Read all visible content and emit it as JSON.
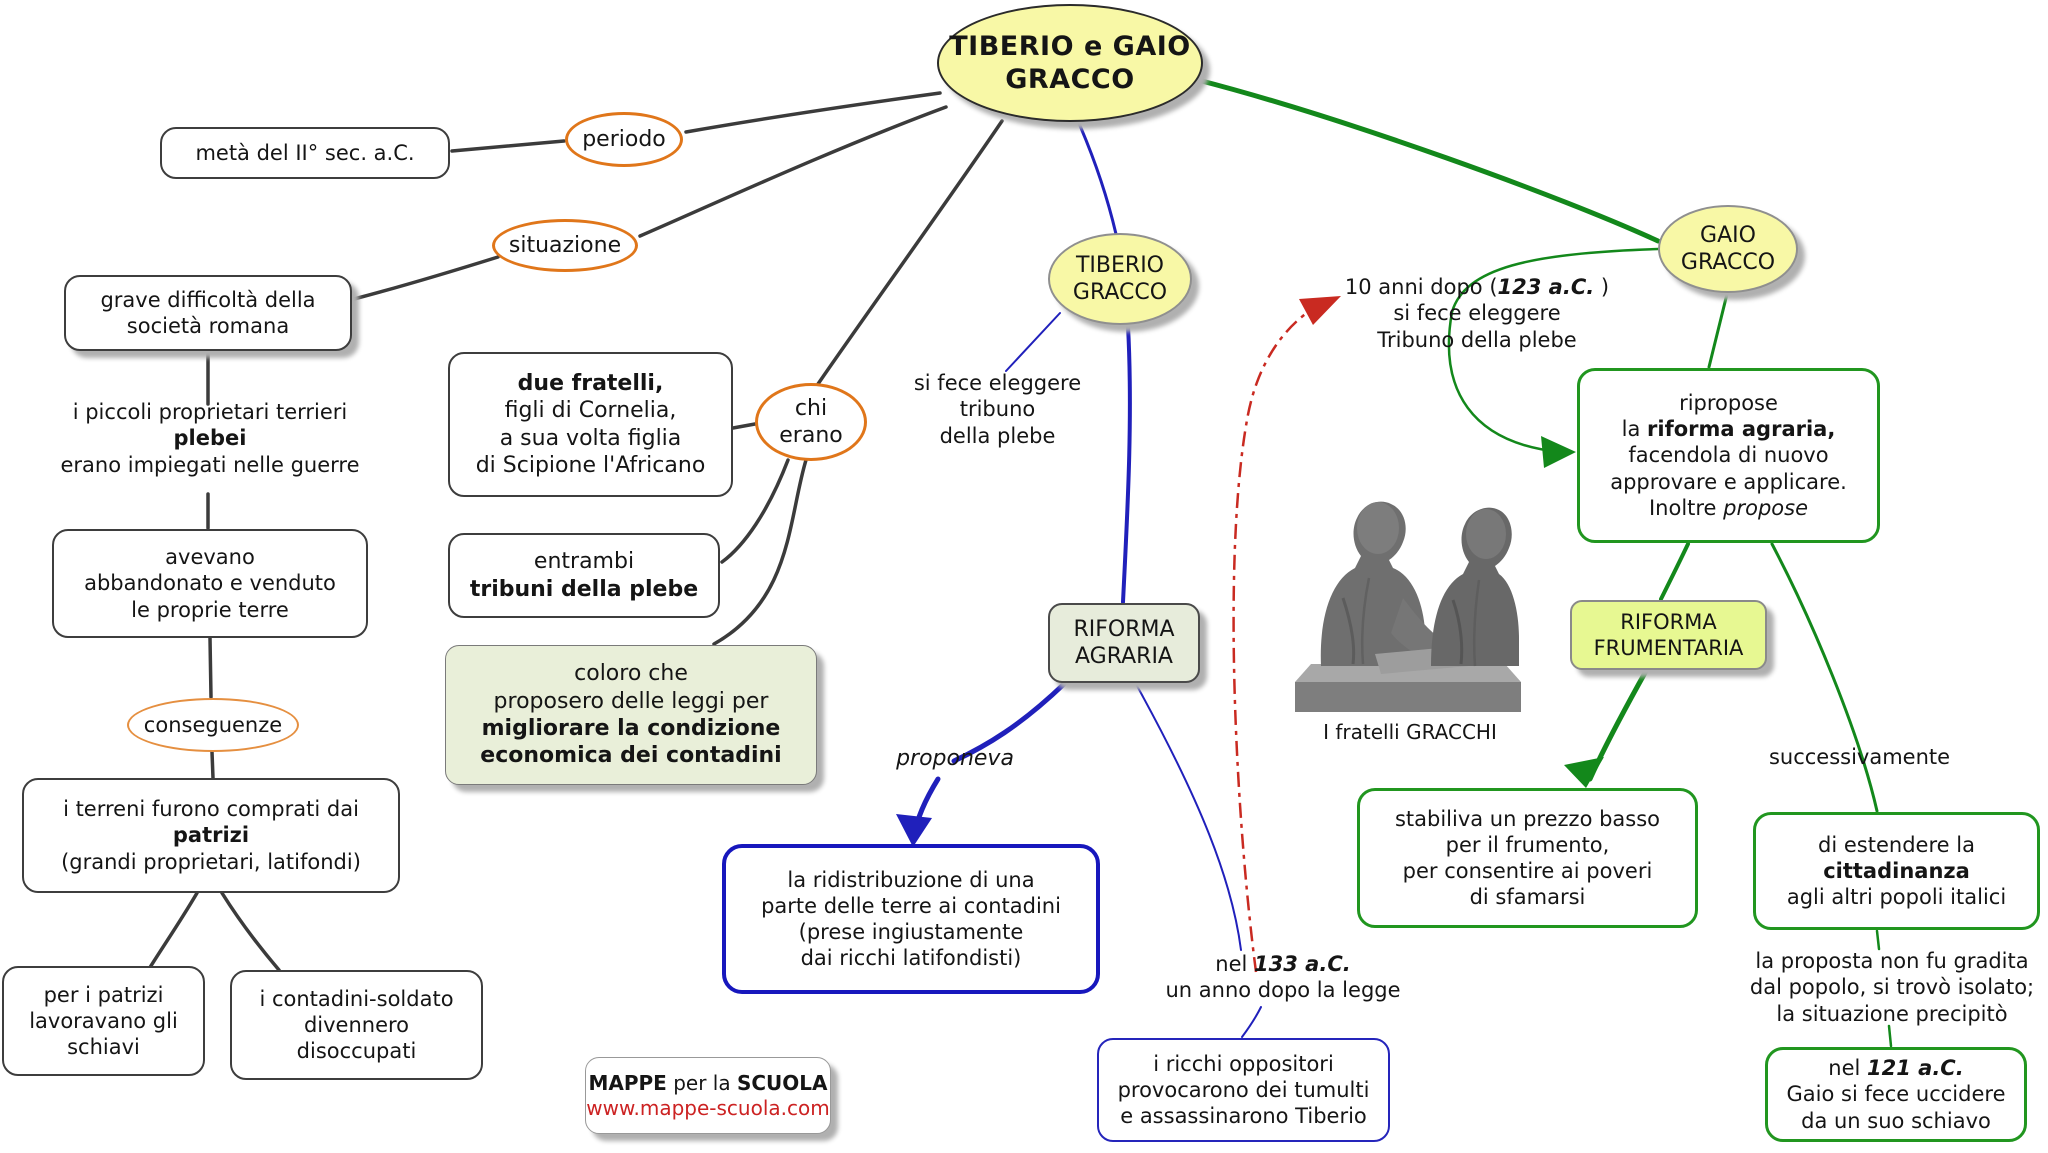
{
  "nodes": {
    "title": {
      "text": "TIBERIO e GAIO\nGRACCO"
    },
    "meta_periodo": {
      "text": "metà del II° sec. a.C."
    },
    "periodo": {
      "label": "periodo"
    },
    "situazione": {
      "label": "situazione"
    },
    "grave": {
      "text": "grave difficoltà della\nsocietà romana"
    },
    "piccoli": {
      "line1": "i piccoli proprietari terrieri",
      "bold": "plebei",
      "line2": "erano impiegati nelle guerre"
    },
    "avevano": {
      "text": "avevano\nabbandonato e venduto\nle proprie terre"
    },
    "conseguenze": {
      "label": "conseguenze"
    },
    "terreni": {
      "line1": "i terreni furono comprati dai",
      "bold": "patrizi",
      "line2": "(grandi proprietari, latifondi)"
    },
    "per_patrizi": {
      "text": "per i patrizi\nlavoravano gli\nschiavi"
    },
    "contadini": {
      "text": "i contadini-soldato\ndivennero\ndisoccupati"
    },
    "due_fratelli": {
      "bold": "due fratelli,",
      "rest": "figli di Cornelia,\na sua volta figlia\ndi Scipione l'Africano"
    },
    "chi_erano": {
      "label": "chi\nerano"
    },
    "entrambi": {
      "line1": "entrambi",
      "bold": "tribuni della plebe"
    },
    "coloro": {
      "line1": "coloro che\nproposero delle leggi per",
      "bold": "migliorare la condizione\neconomica dei contadini"
    },
    "tiberio": {
      "text": "TIBERIO\nGRACCO"
    },
    "si_fece": {
      "text": "si fece eleggere\ntribuno\ndella plebe"
    },
    "riforma_agraria": {
      "text": "RIFORMA\nAGRARIA"
    },
    "proponeva": {
      "text": "proponeva"
    },
    "ridistribuzione": {
      "text": "la ridistribuzione di una\nparte delle terre ai contadini\n(prese ingiustamente\ndai ricchi latifondisti)"
    },
    "nel_133": {
      "prefix": "nel ",
      "year": "133 a.C.",
      "line2": "un anno dopo la legge"
    },
    "oppositori": {
      "text": "i ricchi oppositori\nprovocarono dei tumulti\ne assassinarono Tiberio"
    },
    "dieci_anni": {
      "prefix": "10 anni dopo (",
      "year": "123 a.C.",
      "suffix": " )",
      "rest": "si fece eleggere\nTribuno della plebe"
    },
    "gaio": {
      "text": "GAIO\nGRACCO"
    },
    "ripropose": {
      "line1": "ripropose",
      "line2_pre": "la ",
      "line2_bold": "riforma agraria,",
      "line34": "facendola di nuovo\napprovare e applicare.",
      "line5_pre": "Inoltre ",
      "line5_italic": "propose"
    },
    "riforma_frumentaria": {
      "text": "RIFORMA\nFRUMENTARIA"
    },
    "stabiliva": {
      "text": "stabiliva un prezzo basso\nper il frumento,\nper consentire ai poveri\ndi sfamarsi"
    },
    "successivamente": {
      "text": "successivamente"
    },
    "estendere": {
      "line1": "di estendere la",
      "bold": "cittadinanza",
      "line2": "agli altri popoli italici"
    },
    "proposta": {
      "text": "la proposta non fu gradita\ndal popolo, si trovò isolato;\nla situazione precipitò"
    },
    "nel_121": {
      "prefix": "nel ",
      "year": "121 a.C.",
      "rest": "Gaio si fece uccidere\nda un suo schiavo"
    },
    "statua": {
      "caption": "I fratelli GRACCHI"
    },
    "footer": {
      "bold1": "MAPPE",
      "mid": " per la ",
      "bold2": "SCUOLA",
      "url": "www.mappe-scuola.com"
    }
  },
  "colors": {
    "node_yellow": "#f8f8a6",
    "orange_border": "#e0761a",
    "green_line": "#13881b",
    "blue_line": "#2020bb",
    "red_line": "#c92a21",
    "black_line": "#3b3b3b",
    "sage_fill": "#e7ecdb",
    "lime_fill": "#e7f892",
    "url_red": "#cc2222"
  }
}
